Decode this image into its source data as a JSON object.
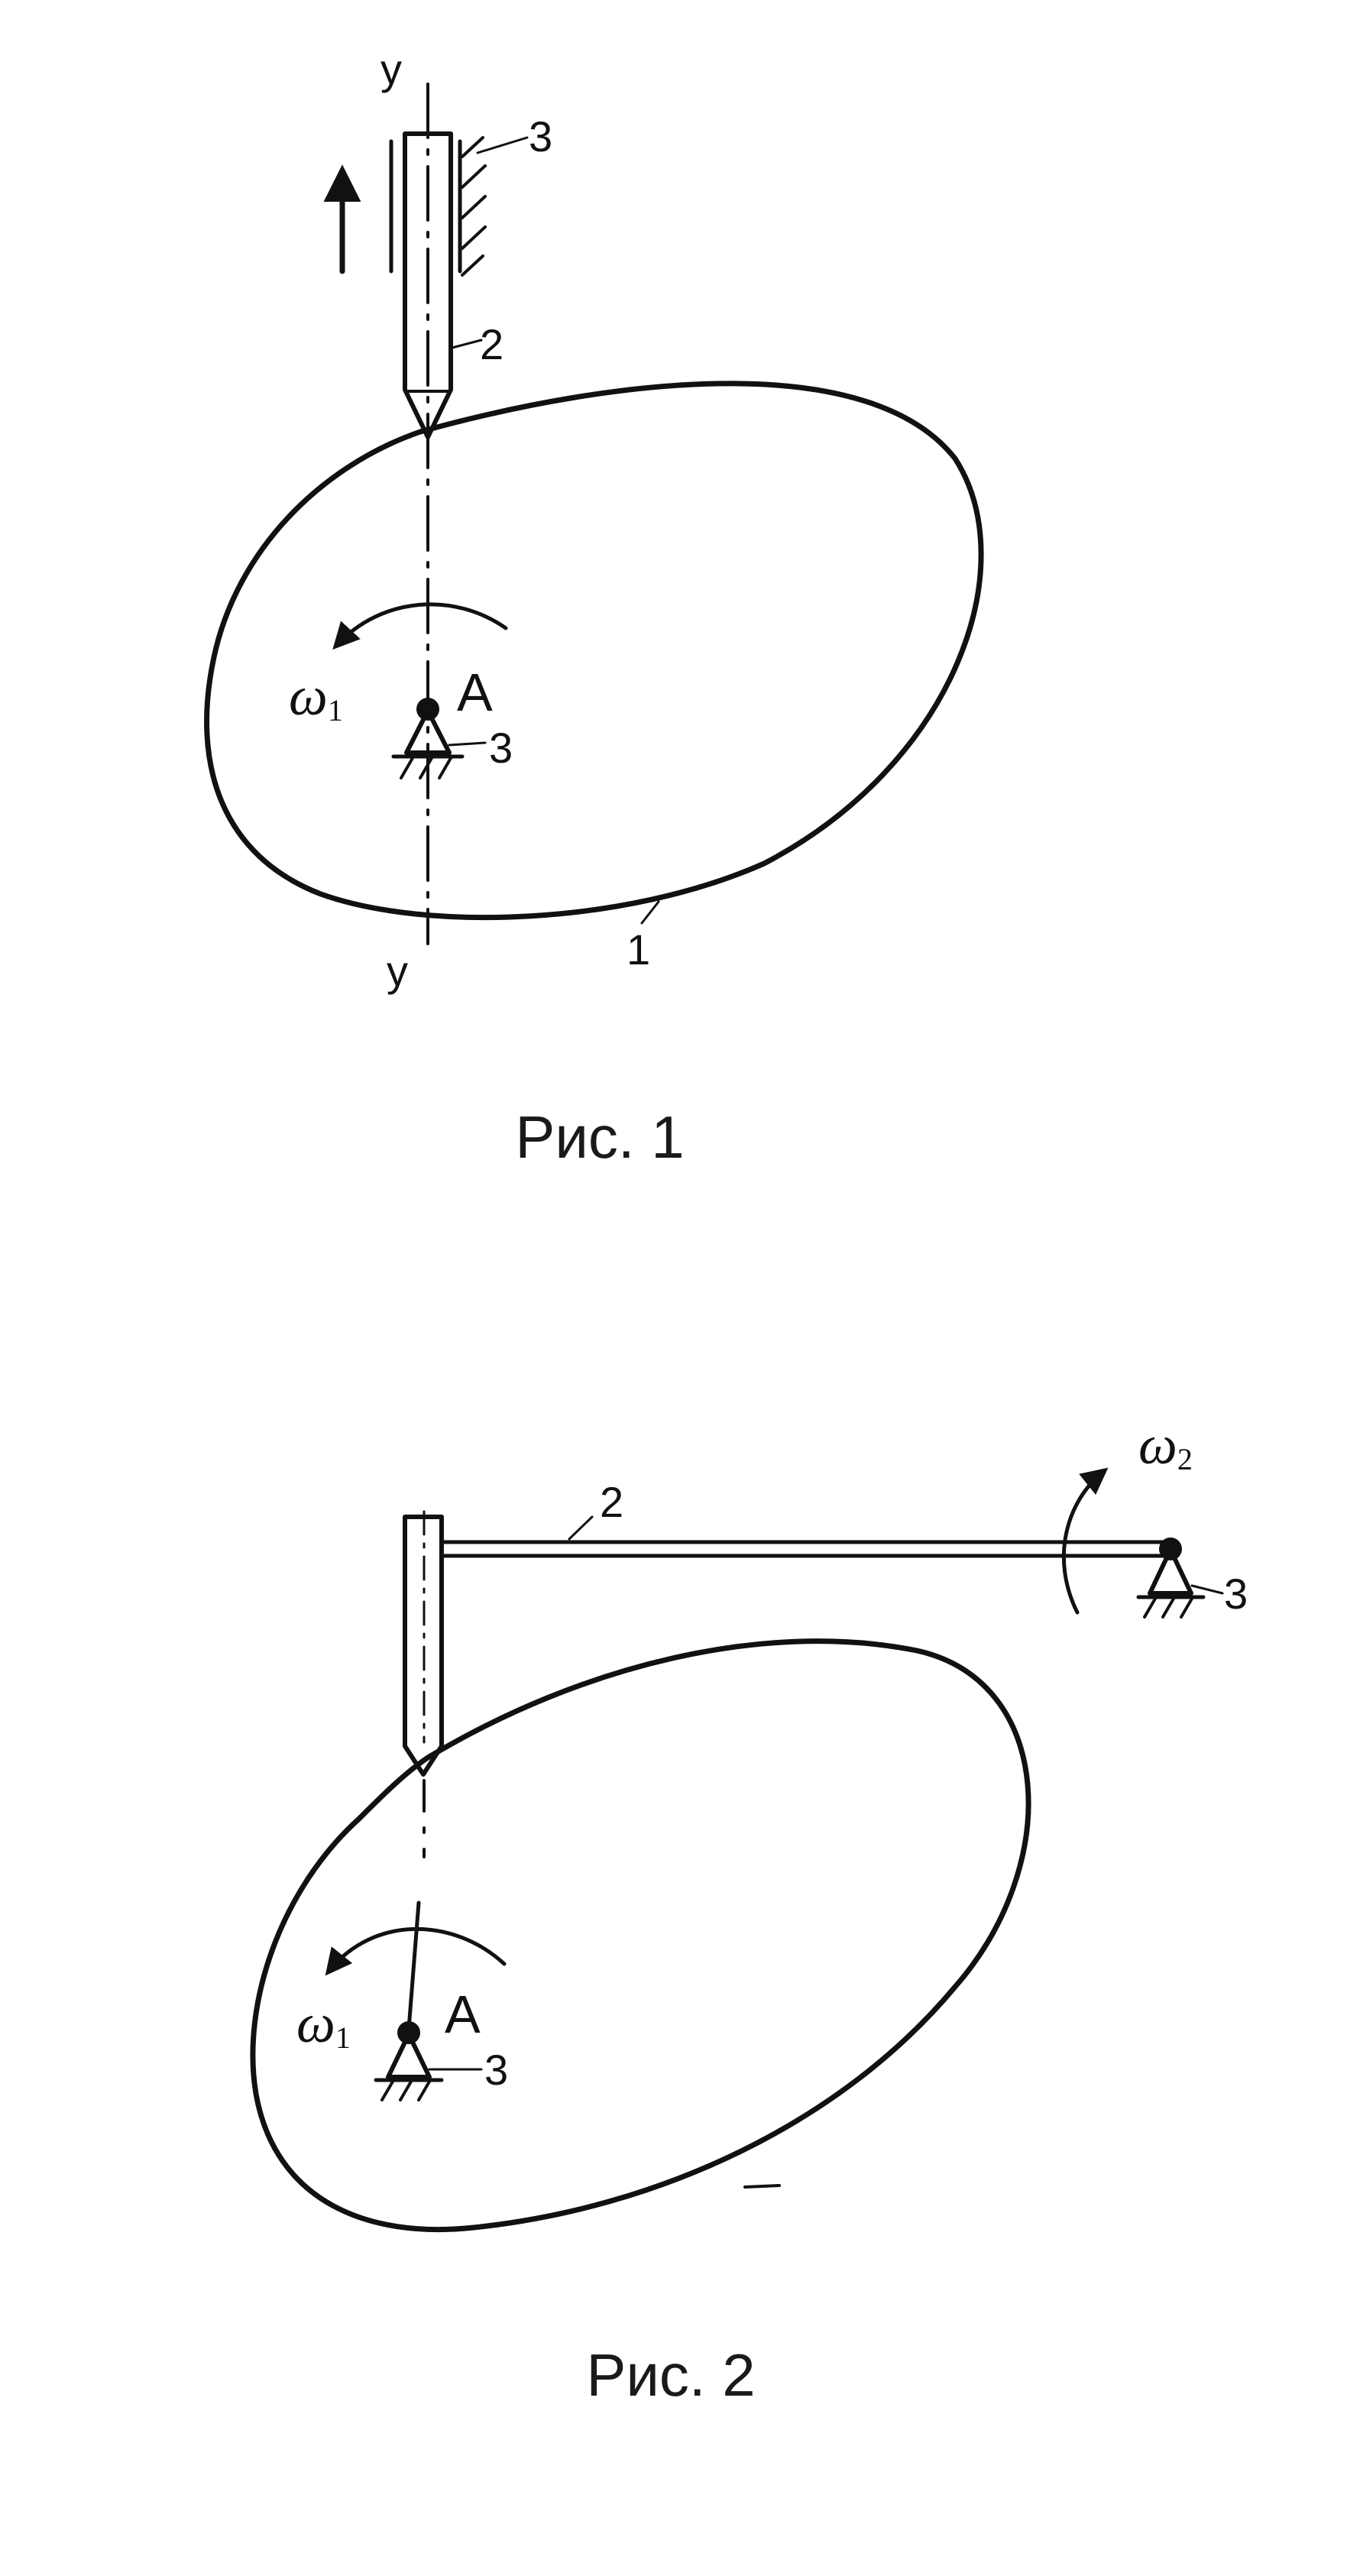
{
  "figures": [
    {
      "caption": "Рис. 1",
      "labels": {
        "axis_top": "y",
        "axis_bottom": "y",
        "guide": "3",
        "follower": "2",
        "pivot": "A",
        "ground": "3",
        "cam": "1",
        "omega_symbol": "ω",
        "omega_sub": "1"
      }
    },
    {
      "caption": "Рис. 2",
      "labels": {
        "lever": "2",
        "lever_ground": "3",
        "pivot": "A",
        "ground": "3",
        "omega1_symbol": "ω",
        "omega1_sub": "1",
        "omega2_symbol": "ω",
        "omega2_sub": "2"
      }
    }
  ],
  "colors": {
    "ink": "#111111",
    "background": "#ffffff"
  }
}
